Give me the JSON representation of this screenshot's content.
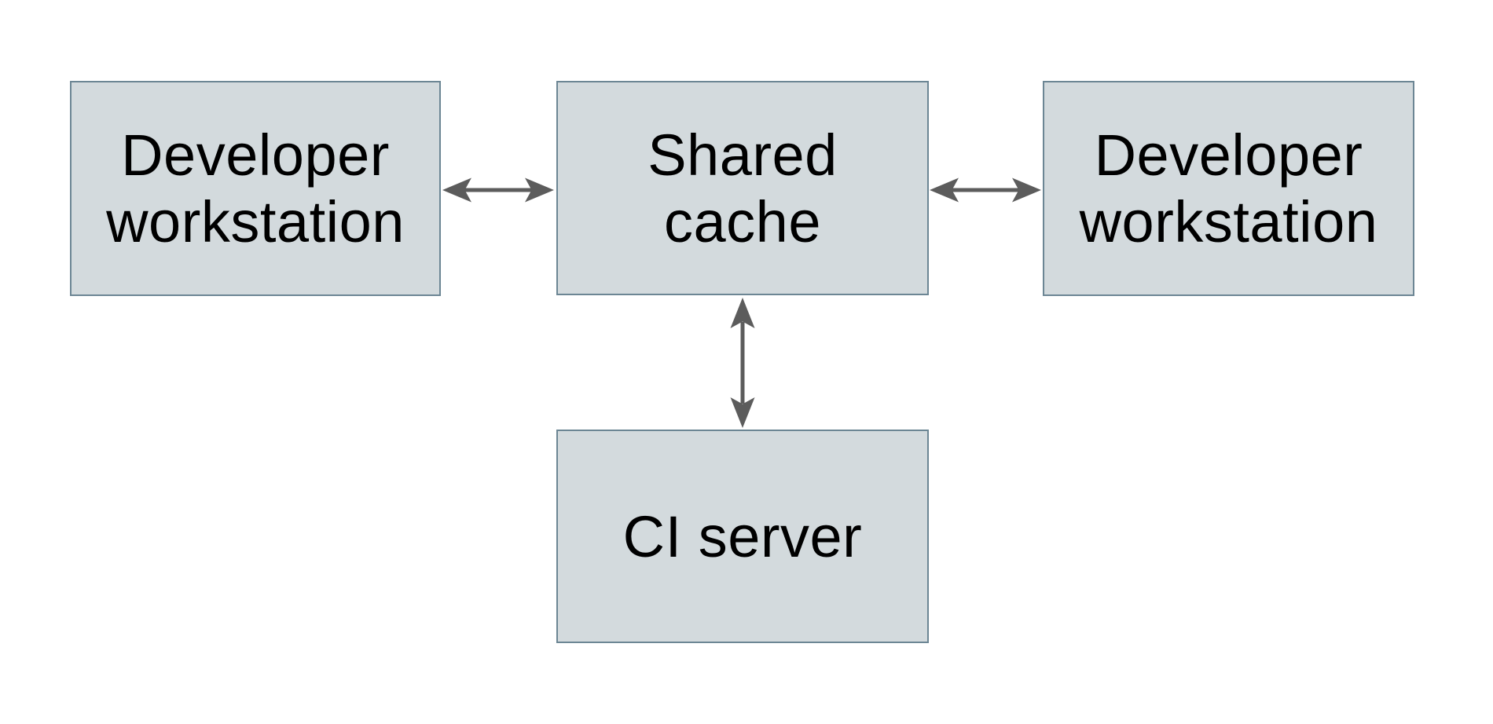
{
  "diagram": {
    "type": "architecture-diagram",
    "colors": {
      "background": "#ffffff",
      "node_fill": "#d3dadd",
      "node_border": "#6c8694",
      "arrow": "#5c5c5c",
      "text": "#000000"
    },
    "nodes": [
      {
        "id": "developer-workstation-left",
        "label": "Developer workstation",
        "lines": [
          "Developer",
          "workstation"
        ]
      },
      {
        "id": "shared-cache",
        "label": "Shared cache",
        "lines": [
          "Shared",
          "cache"
        ]
      },
      {
        "id": "developer-workstation-right",
        "label": "Developer workstation",
        "lines": [
          "Developer",
          "workstation"
        ]
      },
      {
        "id": "ci-server",
        "label": "CI server",
        "lines": [
          "CI server"
        ]
      }
    ],
    "edges": [
      {
        "from": "developer-workstation-left",
        "to": "shared-cache",
        "type": "bidirectional-arrow",
        "orientation": "horizontal"
      },
      {
        "from": "shared-cache",
        "to": "developer-workstation-right",
        "type": "bidirectional-arrow",
        "orientation": "horizontal"
      },
      {
        "from": "shared-cache",
        "to": "ci-server",
        "type": "bidirectional-arrow",
        "orientation": "vertical"
      }
    ]
  }
}
